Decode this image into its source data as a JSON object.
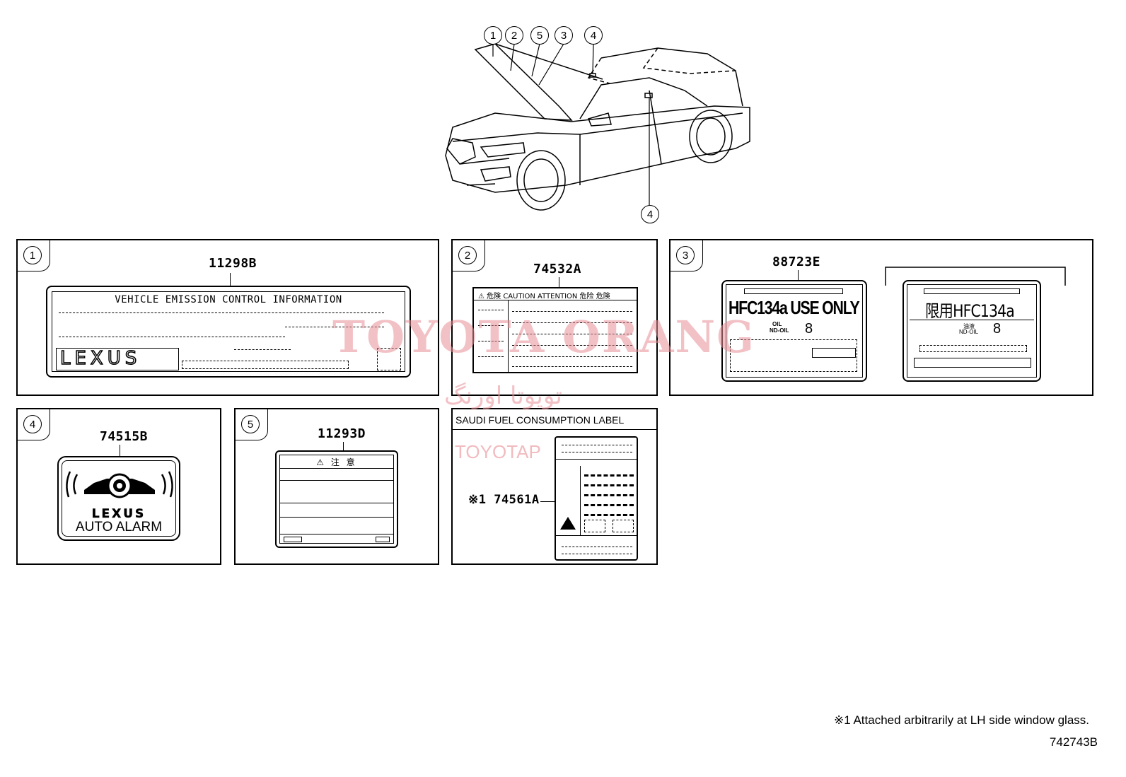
{
  "diagram_id": "742743B",
  "footnote": "※1 Attached arbitrarily at LH side window glass.",
  "watermark": {
    "main": "TOYOTA ORANG",
    "arabic": "تويوتا اورنگ",
    "sub": "TOYOTAP"
  },
  "car_callouts": [
    "1",
    "2",
    "5",
    "3",
    "4",
    "4"
  ],
  "panels": {
    "p1": {
      "index": "1",
      "part_no": "11298B",
      "header": "VEHICLE EMISSION CONTROL INFORMATION",
      "brand": "LEXUS"
    },
    "p2": {
      "index": "2",
      "part_no": "74532A",
      "header": "⚠ 危険 CAUTION ATTENTION 危险 危険"
    },
    "p3": {
      "index": "3",
      "part_no": "88723E",
      "label_a": "HFC134a USE ONLY",
      "label_a_oil": "OIL",
      "label_a_oil2": "ND-OIL",
      "label_a_grade": "8",
      "label_b": "限用HFC134a",
      "label_b_oil": "油液",
      "label_b_oil2": "ND-OIL",
      "label_b_grade": "8"
    },
    "p4": {
      "index": "4",
      "part_no": "74515B",
      "brand": "LEXUS",
      "caption": "AUTO ALARM"
    },
    "p5": {
      "index": "5",
      "part_no": "11293D",
      "header": "⚠ 注 意"
    },
    "p6": {
      "title": "SAUDI FUEL CONSUMPTION LABEL",
      "part_no": "※1 74561A"
    }
  }
}
